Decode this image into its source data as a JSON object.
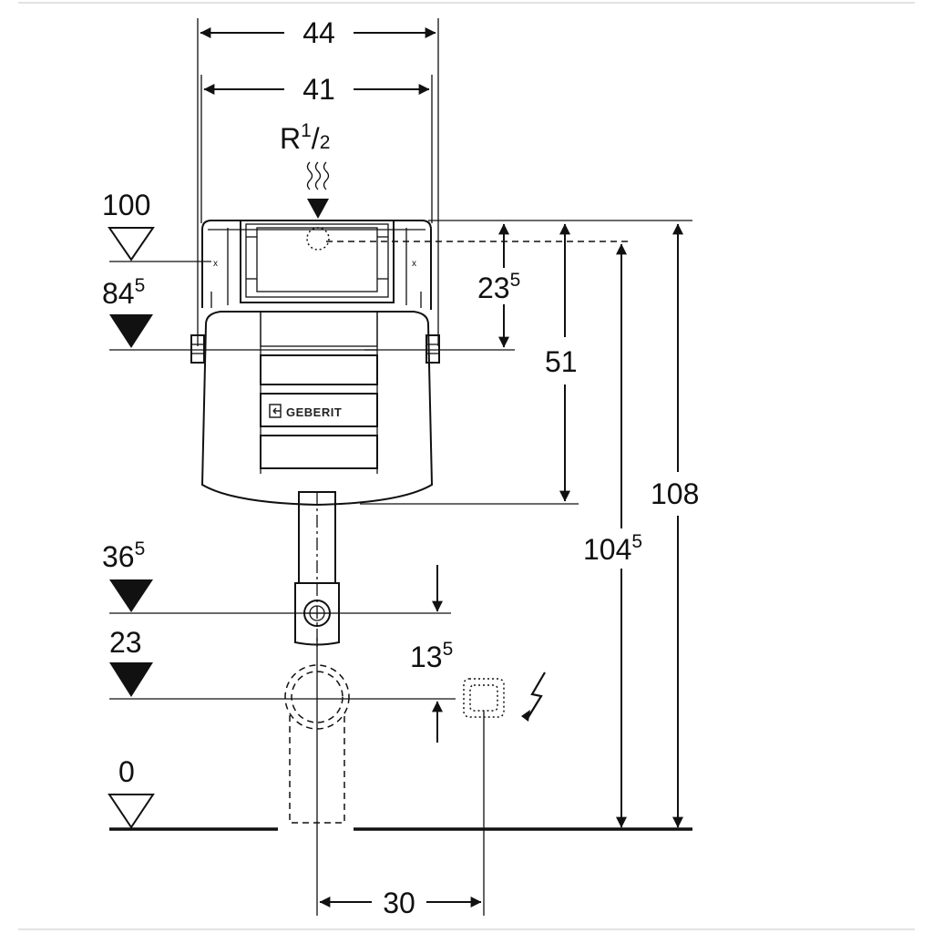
{
  "dimensions": {
    "width_outer": "44",
    "width_inner": "41",
    "height_23": "23",
    "height_23_sup": "5",
    "height_51": "51",
    "height_108": "108",
    "height_104": "104",
    "height_104_sup": "5",
    "cable_13": "13",
    "cable_13_sup": "5",
    "offset_30": "30"
  },
  "connection": {
    "prefix": "R",
    "numerator": "1",
    "slash": "/",
    "denominator": "2"
  },
  "levels": [
    {
      "value": "100",
      "sup": ""
    },
    {
      "value": "84",
      "sup": "5"
    },
    {
      "value": "36",
      "sup": "5"
    },
    {
      "value": "23",
      "sup": ""
    },
    {
      "value": "0",
      "sup": ""
    }
  ],
  "brand": "GEBERIT",
  "icons": {
    "water": "water-inlet-icon",
    "power": "electric-power-icon",
    "level_open": "level-marker-open-icon",
    "level_filled": "level-marker-filled-icon"
  }
}
